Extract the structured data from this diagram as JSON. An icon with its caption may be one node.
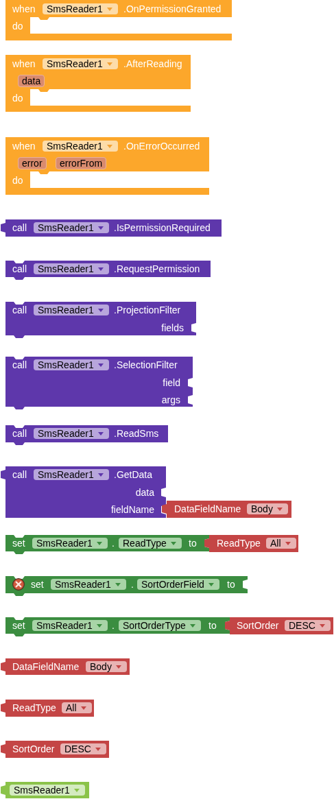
{
  "diagram": {
    "nodes": [
      {
        "text": [
          "when",
          ".OnPermissionGranted",
          "do"
        ]
      },
      {
        "text": [
          "SmsReader1"
        ],
        "in": 0
      },
      {
        "text": [
          "when",
          ".AfterReading",
          "do"
        ]
      },
      {
        "text": [
          "SmsReader1"
        ],
        "in": 2
      },
      {
        "text": [
          "data"
        ],
        "in": 2
      },
      {
        "text": [
          "when",
          ".OnErrorOccurred",
          "do"
        ]
      },
      {
        "text": [
          "SmsReader1"
        ],
        "in": 5
      },
      {
        "text": [
          "error"
        ],
        "in": 5
      },
      {
        "text": [
          "errorFrom"
        ],
        "in": 5
      },
      {
        "text": [
          "call",
          ".IsPermissionRequired"
        ]
      },
      {
        "text": [
          "SmsReader1"
        ],
        "in": 9
      },
      {
        "text": [
          "call",
          ".RequestPermission"
        ]
      },
      {
        "text": [
          "SmsReader1"
        ],
        "in": 11
      },
      {
        "text": [
          "call",
          ".ProjectionFilter",
          "fields"
        ]
      },
      {
        "text": [
          "SmsReader1"
        ],
        "in": 13
      },
      {
        "text": [
          "call",
          ".SelectionFilter",
          "field",
          "args"
        ]
      },
      {
        "text": [
          "SmsReader1"
        ],
        "in": 15
      },
      {
        "text": [
          "call",
          ".ReadSms"
        ]
      },
      {
        "text": [
          "SmsReader1"
        ],
        "in": 17
      },
      {
        "text": [
          "call",
          ".GetData",
          "data",
          "fieldName"
        ]
      },
      {
        "text": [
          "SmsReader1"
        ],
        "in": 19
      },
      {
        "text": [
          "DataFieldName"
        ]
      },
      {
        "text": [
          "Body"
        ],
        "in": 21
      },
      {
        "text": [
          "set",
          ".",
          "to"
        ]
      },
      {
        "text": [
          "SmsReader1"
        ],
        "in": 23
      },
      {
        "text": [
          "ReadType"
        ],
        "in": 23
      },
      {
        "text": [
          "ReadType"
        ]
      },
      {
        "text": [
          "All"
        ],
        "in": 26
      },
      {
        "text": [
          "set",
          ".",
          "to"
        ]
      },
      {
        "text": [
          "SmsReader1"
        ],
        "in": 28
      },
      {
        "text": [
          "SortOrderField"
        ],
        "in": 28
      },
      {
        "text": [
          "set",
          ".",
          "to"
        ]
      },
      {
        "text": [
          "SmsReader1"
        ],
        "in": 31
      },
      {
        "text": [
          "SortOrderType"
        ],
        "in": 31
      },
      {
        "text": [
          "SortOrder"
        ]
      },
      {
        "text": [
          "DESC"
        ],
        "in": 34
      },
      {
        "text": [
          "DataFieldName"
        ]
      },
      {
        "text": [
          "Body"
        ],
        "in": 36
      },
      {
        "text": [
          "ReadType"
        ]
      },
      {
        "text": [
          "All"
        ],
        "in": 38
      },
      {
        "text": [
          "SortOrder"
        ]
      },
      {
        "text": [
          "DESC"
        ],
        "in": 40
      },
      {
        "text": [],
        "shape": "box"
      },
      {
        "text": [
          "SmsReader1"
        ],
        "in": 42
      }
    ]
  }
}
